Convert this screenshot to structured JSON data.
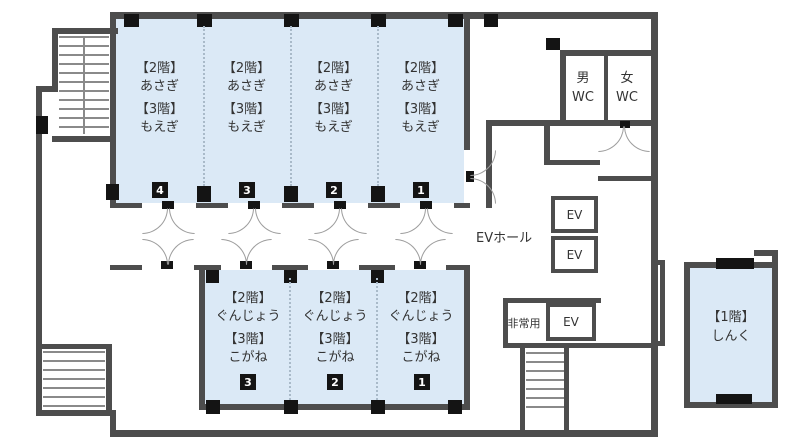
{
  "colors": {
    "wall": "#4d4d4d",
    "room_fill": "#dbe9f6",
    "badge_bg": "#141414",
    "badge_fg": "#ffffff",
    "text": "#333333",
    "arc": "#9c9c9c",
    "divider": "#a9bac9"
  },
  "halls": {
    "upper": {
      "rooms": [
        {
          "f2": "【2階】",
          "n2": "あさぎ",
          "f3": "【3階】",
          "n3": "もえぎ",
          "num": "4"
        },
        {
          "f2": "【2階】",
          "n2": "あさぎ",
          "f3": "【3階】",
          "n3": "もえぎ",
          "num": "3"
        },
        {
          "f2": "【2階】",
          "n2": "あさぎ",
          "f3": "【3階】",
          "n3": "もえぎ",
          "num": "2"
        },
        {
          "f2": "【2階】",
          "n2": "あさぎ",
          "f3": "【3階】",
          "n3": "もえぎ",
          "num": "1"
        }
      ]
    },
    "lower": {
      "rooms": [
        {
          "f2": "【2階】",
          "n2": "ぐんじょう",
          "f3": "【3階】",
          "n3": "こがね",
          "num": "3"
        },
        {
          "f2": "【2階】",
          "n2": "ぐんじょう",
          "f3": "【3階】",
          "n3": "こがね",
          "num": "2"
        },
        {
          "f2": "【2階】",
          "n2": "ぐんじょう",
          "f3": "【3階】",
          "n3": "こがね",
          "num": "1"
        }
      ]
    }
  },
  "annex": {
    "floor": "【1階】",
    "name": "しんく"
  },
  "wc": {
    "mens": "男",
    "womens": "女",
    "label": "WC"
  },
  "elevators": {
    "hall": "EVホール",
    "ev": "EV",
    "emergency": "非常用"
  }
}
